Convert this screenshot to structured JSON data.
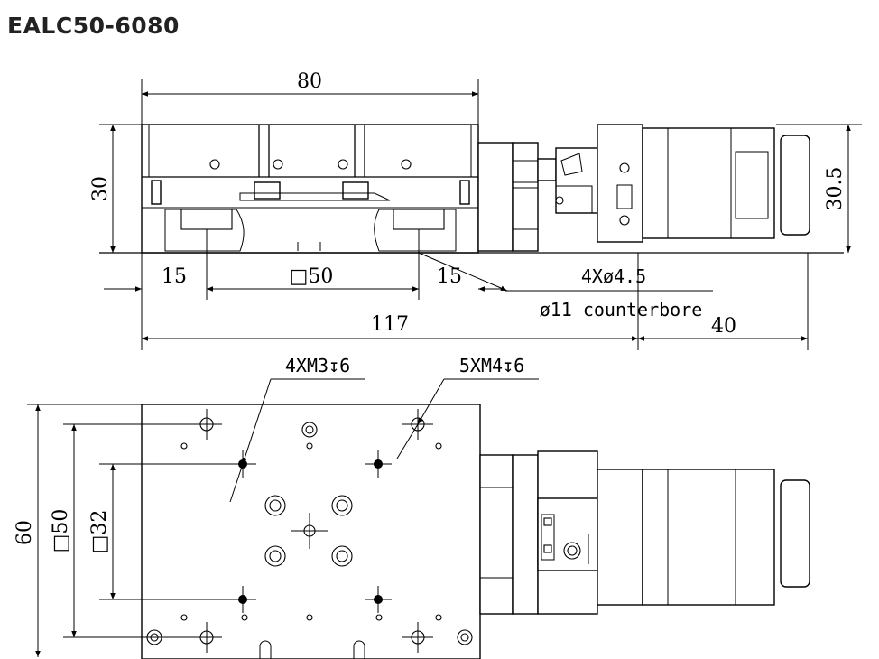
{
  "title": "EALC50-6080",
  "dims": {
    "top_width": "80",
    "height": "30",
    "height_right": "30.5",
    "left_offset": "15",
    "square": "□50",
    "right_offset": "15",
    "holes": "4Xø4.5",
    "counterbore": "ø11 counterbore",
    "total_length": "117",
    "motor_length": "40",
    "m3": "4XM3↧6",
    "m4": "5XM4↧6",
    "plan_height": "60",
    "sq50": "□50",
    "sq32": "□32"
  }
}
